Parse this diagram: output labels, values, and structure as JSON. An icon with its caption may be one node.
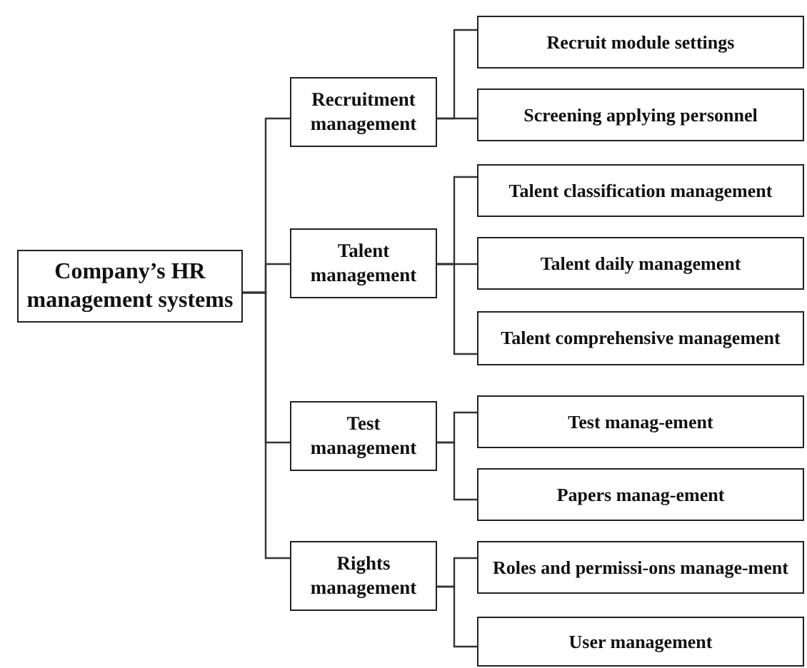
{
  "diagram": {
    "nodes": [
      {
        "text": [
          "Company’s HR management systems"
        ]
      },
      {
        "text": [
          "Recruitment management"
        ]
      },
      {
        "text": [
          "Recruit module settings"
        ]
      },
      {
        "text": [
          "Screening applying personnel"
        ]
      },
      {
        "text": [
          "Talent management"
        ]
      },
      {
        "text": [
          "Talent classification management"
        ]
      },
      {
        "text": [
          "Talent daily management"
        ]
      },
      {
        "text": [
          "Talent comprehensive management"
        ]
      },
      {
        "text": [
          "Test management"
        ]
      },
      {
        "text": [
          "Test manag-ement"
        ]
      },
      {
        "text": [
          "Papers manag-ement"
        ]
      },
      {
        "text": [
          "Rights management"
        ]
      },
      {
        "text": [
          "Roles and permissi-ons manage-ment"
        ]
      },
      {
        "text": [
          "User management"
        ]
      }
    ],
    "edges": [
      {
        "from": 0,
        "to": 1,
        "arrow": "none"
      },
      {
        "from": 0,
        "to": 4,
        "arrow": "none"
      },
      {
        "from": 0,
        "to": 8,
        "arrow": "none"
      },
      {
        "from": 0,
        "to": 11,
        "arrow": "none"
      },
      {
        "from": 1,
        "to": 2,
        "arrow": "none"
      },
      {
        "from": 1,
        "to": 3,
        "arrow": "none"
      },
      {
        "from": 4,
        "to": 5,
        "arrow": "none"
      },
      {
        "from": 4,
        "to": 6,
        "arrow": "none"
      },
      {
        "from": 4,
        "to": 7,
        "arrow": "none"
      },
      {
        "from": 8,
        "to": 9,
        "arrow": "none"
      },
      {
        "from": 8,
        "to": 10,
        "arrow": "none"
      },
      {
        "from": 11,
        "to": 12,
        "arrow": "none"
      },
      {
        "from": 11,
        "to": 13,
        "arrow": "none"
      }
    ]
  }
}
